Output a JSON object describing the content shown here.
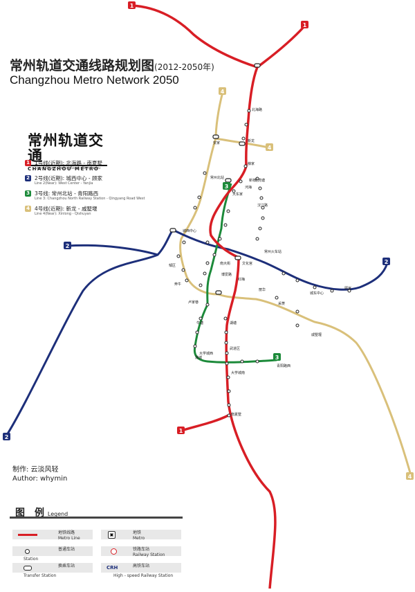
{
  "title": {
    "cn": "常州轨道交通线路规划图",
    "years": "(2012-2050年)",
    "en": "Changzhou Metro Network 2050"
  },
  "logo": {
    "cn": "常州轨道交通",
    "en": "CHANGZHOU METRO"
  },
  "lines": [
    {
      "badge": "1",
      "color": "#d81e25",
      "name": "1号线(近期): 北海路 - 南夏墅",
      "sub": "Line 1(Near): Beihai Road - Nanxiashu"
    },
    {
      "badge": "2",
      "color": "#1d2f7a",
      "name": "2号线(近期): 城西中心 - 顾家",
      "sub": "Line 2(Near): West Center - Yanjia"
    },
    {
      "badge": "3",
      "color": "#1c8a3a",
      "name": "3号线: 常州北站 - 青阳路西",
      "sub": "Line 3: Changzhou North Railway Station - Qingyang Road West"
    },
    {
      "badge": "4",
      "color": "#d9c07a",
      "name": "4号线(近期): 新龙 - 戚墅堰",
      "sub": "Line 4(Near): Xinlong - Qishuyan"
    }
  ],
  "author": {
    "line1": "制作: 云淡风轻",
    "line2": "Author: whymin"
  },
  "legend": {
    "title_cn": "图　例",
    "title_en": "Legend",
    "items": [
      {
        "cn": "地铁线路",
        "en": "Metro Line"
      },
      {
        "cn": "地铁",
        "en": "Metro"
      },
      {
        "cn": "普通车站",
        "en": "Station"
      },
      {
        "cn": "铁路车站",
        "en": "Railway Station"
      },
      {
        "cn": "换乘车站",
        "en": "Transfer Station"
      },
      {
        "cn": "高铁车站",
        "en": "High - speed Railway Station"
      }
    ],
    "crh": "CRH"
  },
  "terminal_badges": {
    "line1": "1",
    "line2": "2",
    "line3": "3",
    "line4": "4"
  },
  "stations": [
    {
      "cn": "北海路",
      "en": "Beihai Road"
    },
    {
      "cn": "新龙",
      "en": "Xinlong"
    },
    {
      "cn": "安家",
      "en": "Anjia"
    },
    {
      "cn": "薛家",
      "en": "Xuejia"
    },
    {
      "cn": "常州北站",
      "en": "Changzhou North Railway Station"
    },
    {
      "cn": "河海",
      "en": "Hehai"
    },
    {
      "cn": "龙虎塘",
      "en": "Longhutang"
    },
    {
      "cn": "大东家",
      "en": "Dadongjia"
    },
    {
      "cn": "新桥",
      "en": "Xinqiao"
    },
    {
      "cn": "汉江路",
      "en": "Hanjiang Road"
    },
    {
      "cn": "城西中心",
      "en": "West Center"
    },
    {
      "cn": "常州火车站",
      "en": "Changzhou Railway Station"
    },
    {
      "cn": "文化宫",
      "en": "Culture Palace"
    },
    {
      "cn": "南大街",
      "en": "South Street"
    },
    {
      "cn": "博爱路",
      "en": "Boai Road"
    },
    {
      "cn": "红梅",
      "en": "Hongmei"
    },
    {
      "cn": "丽华",
      "en": "Lihua"
    },
    {
      "cn": "采菱",
      "en": "Cailing"
    },
    {
      "cn": "城东中心",
      "en": "East Center"
    },
    {
      "cn": "顾家",
      "en": "Yanjia"
    },
    {
      "cn": "戚墅堰",
      "en": "Qishuyan"
    },
    {
      "cn": "湖塘",
      "en": "Hutang"
    },
    {
      "cn": "武进区",
      "en": "Wujin District"
    },
    {
      "cn": "大学城西",
      "en": "University Town West"
    },
    {
      "cn": "大学城南",
      "en": "University Town South"
    },
    {
      "cn": "青阳路西",
      "en": "Qingyang Road West"
    },
    {
      "cn": "南夏墅",
      "en": "Nanxiashu"
    },
    {
      "cn": "牛塘",
      "en": "Niutang"
    },
    {
      "cn": "卢家巷",
      "en": "Lujiaxiang"
    },
    {
      "cn": "邹区",
      "en": "Zouqu"
    },
    {
      "cn": "奔牛",
      "en": "Benniu"
    },
    {
      "cn": "潞城",
      "en": "Lucheng"
    }
  ]
}
